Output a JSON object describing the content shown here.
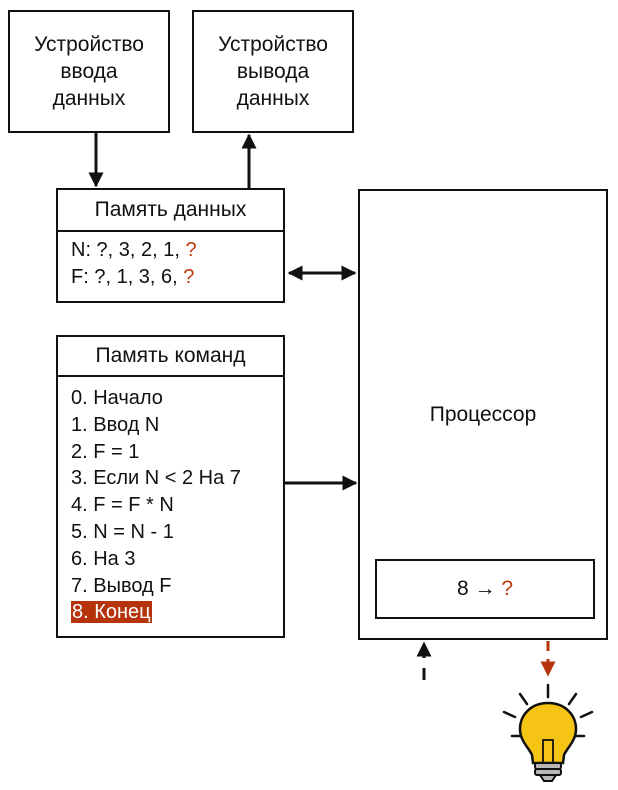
{
  "input_device": {
    "label_line1": "Устройство",
    "label_line2": "ввода",
    "label_line3": "данных"
  },
  "output_device": {
    "label_line1": "Устройство",
    "label_line2": "вывода",
    "label_line3": "данных"
  },
  "data_memory": {
    "title": "Память данных",
    "rows": [
      {
        "text": "N: ?, 3, 2, 1, ",
        "unknown": "?"
      },
      {
        "text": "F: ?, 1, 3, 6, ",
        "unknown": "?"
      }
    ]
  },
  "command_memory": {
    "title": "Память команд",
    "commands": [
      "0. Начало",
      "1. Ввод N",
      "2. F = 1",
      "3. Если N < 2 На 7",
      "4. F = F * N",
      "5. N = N - 1",
      "6. На 3",
      "7. Вывод F",
      "8. Конец"
    ],
    "current_index": 8
  },
  "processor": {
    "label": "Процессор",
    "register_value": "8 →",
    "register_unknown": "?"
  },
  "colors": {
    "stroke": "#111111",
    "highlight": "#b5340c",
    "unknown_text": "#c0390b",
    "bulb_fill": "#f6c414",
    "bulb_base": "#b8b8b8"
  },
  "icons": {
    "output_indicator": "light-bulb-icon"
  }
}
